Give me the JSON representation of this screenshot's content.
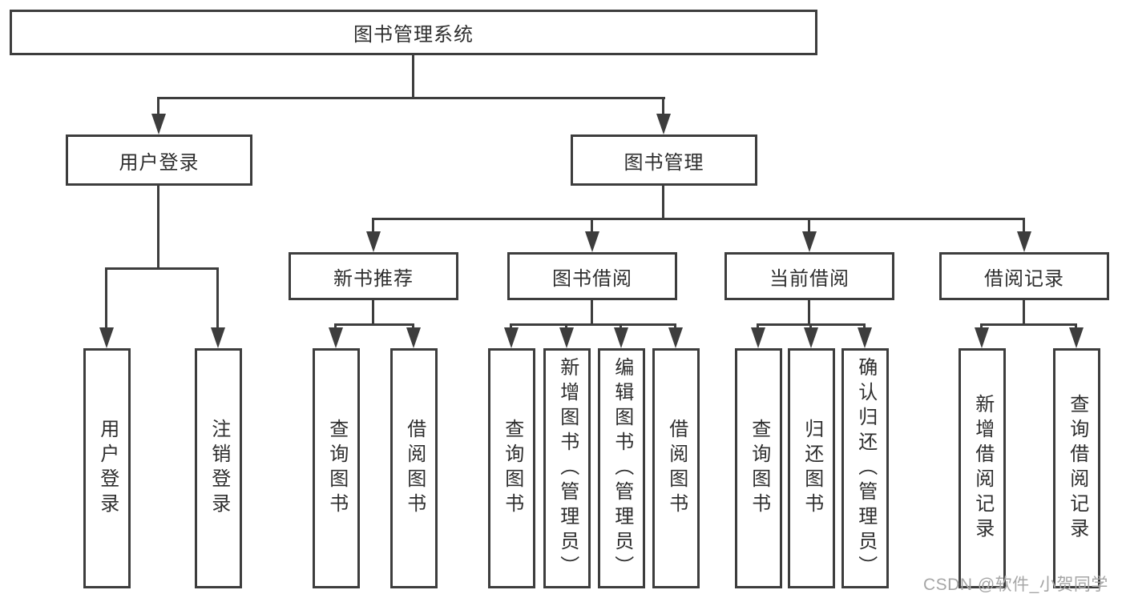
{
  "diagram": {
    "root": {
      "label": "图书管理系统"
    },
    "level2": [
      {
        "label": "用户登录"
      },
      {
        "label": "图书管理"
      }
    ],
    "level3": [
      {
        "label": "新书推荐"
      },
      {
        "label": "图书借阅"
      },
      {
        "label": "当前借阅"
      },
      {
        "label": "借阅记录"
      }
    ],
    "leaves": {
      "user_login": [
        "用户登录",
        "注销登录"
      ],
      "new_books": [
        "查询图书",
        "借阅图书"
      ],
      "book_borrow": [
        "查询图书",
        "新增图书（管理员）",
        "编辑图书（管理员）",
        "借阅图书"
      ],
      "current_borrow": [
        "查询图书",
        "归还图书",
        "确认归还（管理员）"
      ],
      "borrow_records": [
        "新增借阅记录",
        "查询借阅记录"
      ]
    },
    "colors": {
      "line": "#3d3d3d",
      "text": "#2e2e2e",
      "watermark": "#a6a6a6"
    }
  },
  "watermark": {
    "text": "CSDN @软件_小贺同学"
  }
}
